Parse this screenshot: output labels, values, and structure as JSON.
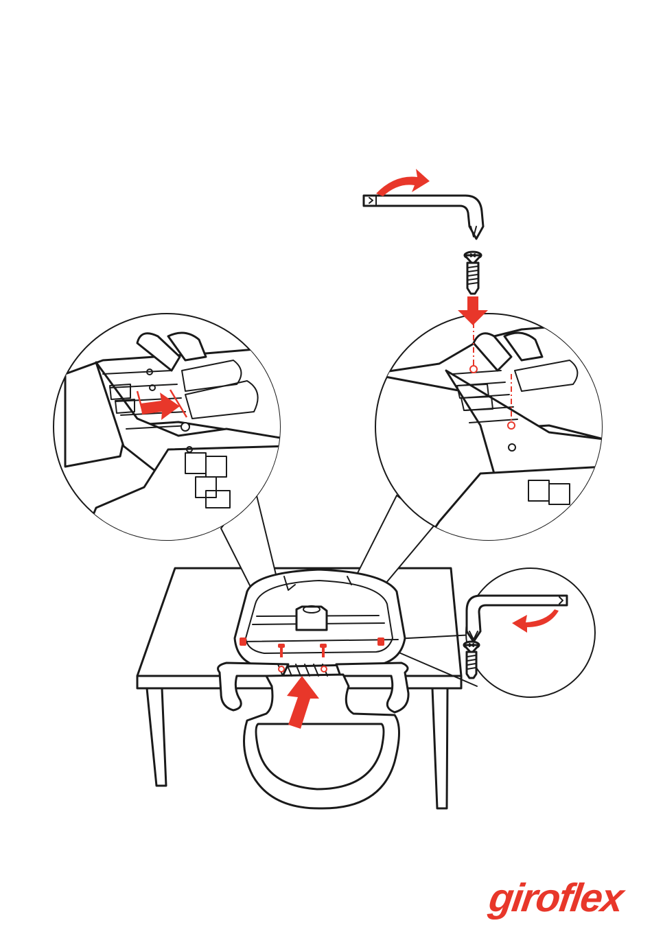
{
  "diagram": {
    "type": "assembly-instruction",
    "steps": [
      {
        "name": "tool-rotate-clockwise",
        "description": "hex key turned"
      },
      {
        "name": "screw-insert-down"
      },
      {
        "name": "slide-in-right"
      },
      {
        "name": "push-up"
      },
      {
        "name": "tool-rotate-counterclockwise"
      }
    ]
  },
  "colors": {
    "accent": "#e8372a",
    "ink": "#1a1a1a",
    "background": "#ffffff"
  },
  "icons": [
    "torx-key-icon",
    "countersunk-screw-icon",
    "red-arrow-icon"
  ],
  "brand": {
    "logo_text": "giroflex"
  }
}
